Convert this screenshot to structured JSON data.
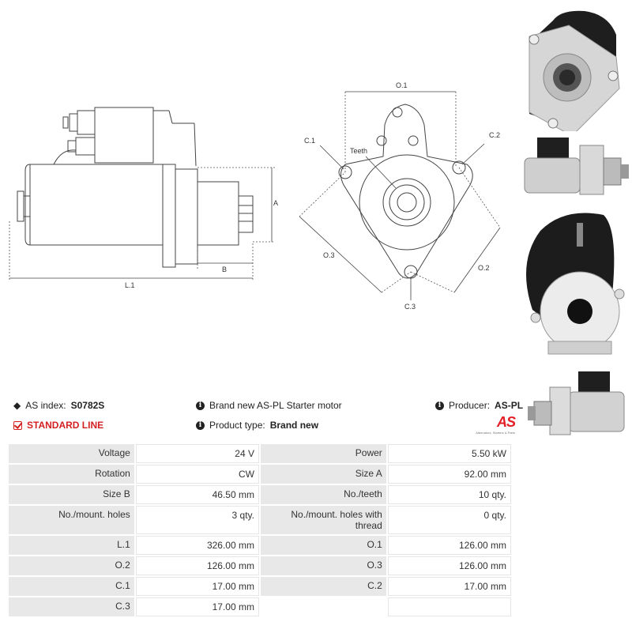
{
  "drawing": {
    "labels": {
      "A": "A",
      "B": "B",
      "L1": "L.1",
      "O1": "O.1",
      "O2": "O.2",
      "O3": "O.3",
      "C1": "C.1",
      "C2": "C.2",
      "C3": "C.3",
      "teeth": "Teeth"
    }
  },
  "info": {
    "as_index_label": "AS index:",
    "as_index_value": "S0782S",
    "standard_line": "STANDARD LINE",
    "description": "Brand new AS-PL Starter motor",
    "product_type_label": "Product type:",
    "product_type_value": "Brand new",
    "producer_label": "Producer:",
    "producer_value": "AS-PL",
    "logo_text": "AS",
    "logo_tagline": "Alternators, Starters & Parts"
  },
  "specs": [
    [
      "Voltage",
      "24 V",
      "Power",
      "5.50 kW"
    ],
    [
      "Rotation",
      "CW",
      "Size A",
      "92.00 mm"
    ],
    [
      "Size B",
      "46.50 mm",
      "No./teeth",
      "10 qty."
    ],
    [
      "No./mount. holes",
      "3 qty.",
      "No./mount. holes with thread",
      "0 qty."
    ],
    [
      "L.1",
      "326.00 mm",
      "O.1",
      "126.00 mm"
    ],
    [
      "O.2",
      "126.00 mm",
      "O.3",
      "126.00 mm"
    ],
    [
      "C.1",
      "17.00 mm",
      "C.2",
      "17.00 mm"
    ],
    [
      "C.3",
      "17.00 mm",
      "",
      ""
    ]
  ],
  "colors": {
    "accent_red": "#d42020",
    "label_bg": "#e8e8e8"
  }
}
